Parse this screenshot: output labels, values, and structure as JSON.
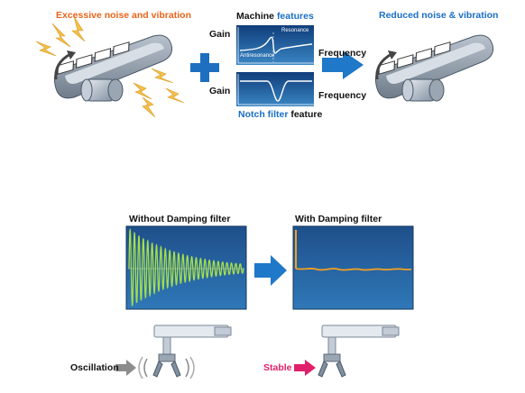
{
  "top": {
    "left_caption": "Excessive noise and vibration",
    "machine_title_prefix": "Machine",
    "machine_title_suffix": "features",
    "gain_label_1": "Gain",
    "gain_label_2": "Gain",
    "frequency_label_1": "Frequency",
    "frequency_label_2": "Frequency",
    "resonance_label": "Resonance",
    "antiresonance_label": "Antiresonance",
    "notch_caption_prefix": "Notch filter",
    "notch_caption_suffix": "feature",
    "right_caption": "Reduced noise & vibration"
  },
  "bottom": {
    "without_title": "Without Damping filter",
    "with_title": "With Damping filter",
    "oscillation_label": "Oscillation",
    "stable_label": "Stable"
  },
  "colors": {
    "orange": "#e8641a",
    "blue": "#1a6fc4",
    "dark_text": "#111111",
    "pink": "#e0206a",
    "wave_green": "#a8e04a",
    "flat_line_orange": "#f4a020",
    "panel_blue": "#1f5f9e",
    "arrow_blue": "#1f78c8"
  }
}
